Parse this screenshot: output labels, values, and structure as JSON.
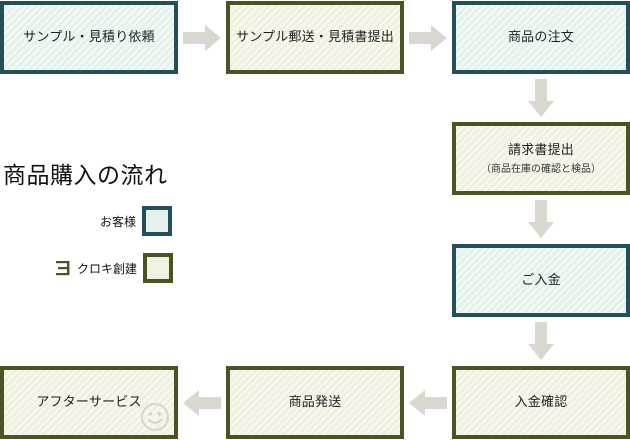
{
  "title": "商品購入の流れ",
  "legend": {
    "customer_label": "お客様",
    "kuroki_label": "クロキ創建"
  },
  "colors": {
    "customer_border": "#224f5a",
    "customer_fill": "#e5f2ea",
    "kuroki_border": "#4a5322",
    "kuroki_fill": "#f1f0e1",
    "arrow": "#d9d7d0"
  },
  "icons": {
    "logo": "kuroki-logo-mark",
    "after_service": "smiley-face"
  },
  "steps": [
    {
      "label": "サンプル・見積り依頼",
      "actor": "customer"
    },
    {
      "label": "サンプル郵送・見積書提出",
      "actor": "kuroki"
    },
    {
      "label": "商品の注文",
      "actor": "customer"
    },
    {
      "label": "請求書提出",
      "sublabel": "（商品在庫の確認と検品）",
      "actor": "kuroki"
    },
    {
      "label": "ご入金",
      "actor": "customer"
    },
    {
      "label": "入金確認",
      "actor": "kuroki"
    },
    {
      "label": "商品発送",
      "actor": "kuroki"
    },
    {
      "label": "アフターサービス",
      "actor": "kuroki"
    }
  ]
}
